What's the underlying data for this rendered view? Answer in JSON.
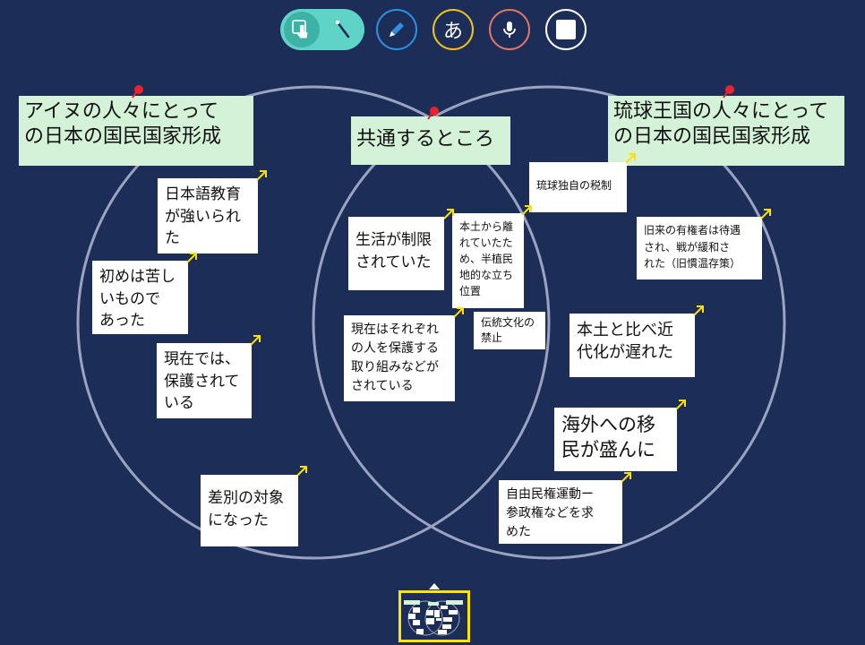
{
  "toolbar": {
    "mode_icons": [
      "touch-hand-icon",
      "magic-wand-icon"
    ],
    "pen_icon": "pencil-icon",
    "text_label": "あ",
    "mic_icon": "microphone-icon",
    "card_icon": "square-card-icon",
    "colors": {
      "toggle": "#5fd3c6",
      "pen": "#2f8fe0",
      "text": "#f2c318",
      "mic": "#e0766a",
      "card": "#ffffff"
    }
  },
  "canvas": {
    "background": "#1c2d57",
    "circle_stroke": "#9aa4c2",
    "titles": {
      "left": "アイヌの人々にとって\nの日本の国民国家形成",
      "center": "共通するところ",
      "right": "琉球王国の人々にとって\nの日本の国民国家形成"
    },
    "cards": {
      "japanese_education": "日本語教育\nが強いられ\nた",
      "hardship_first": "初めは苦し\nいもので\nあった",
      "protected_now": "現在では、\n保護されて\nいる",
      "discrimination": "差別の対象\nになった",
      "life_restricted": "生活が制限\nされていた",
      "semi_colonial": "本土から離\nれていたた\nめ、半植民\n地的な立ち\n位置",
      "protection_efforts": "現在はそれぞれ\nの人を保護する\n取り組みなどが\nされている",
      "culture_ban": "伝統文化の\n禁止",
      "ryukyu_tax": "琉球独自の税制",
      "old_customs": "旧来の有権者は待遇\nされ、戦が緩和さ\nれた（旧慣温存策）",
      "modernization_late": "本土と比べ近\n代化が遅れた",
      "emigration": "海外への移\n民が盛んに",
      "civil_rights": "自由民権運動ー\n参政権などを求\nめた"
    },
    "accent": {
      "arrow": "#ffe000",
      "pin": "#e8232f",
      "title_bg": "#d4f2d8"
    }
  },
  "minimap": {
    "label": ""
  }
}
